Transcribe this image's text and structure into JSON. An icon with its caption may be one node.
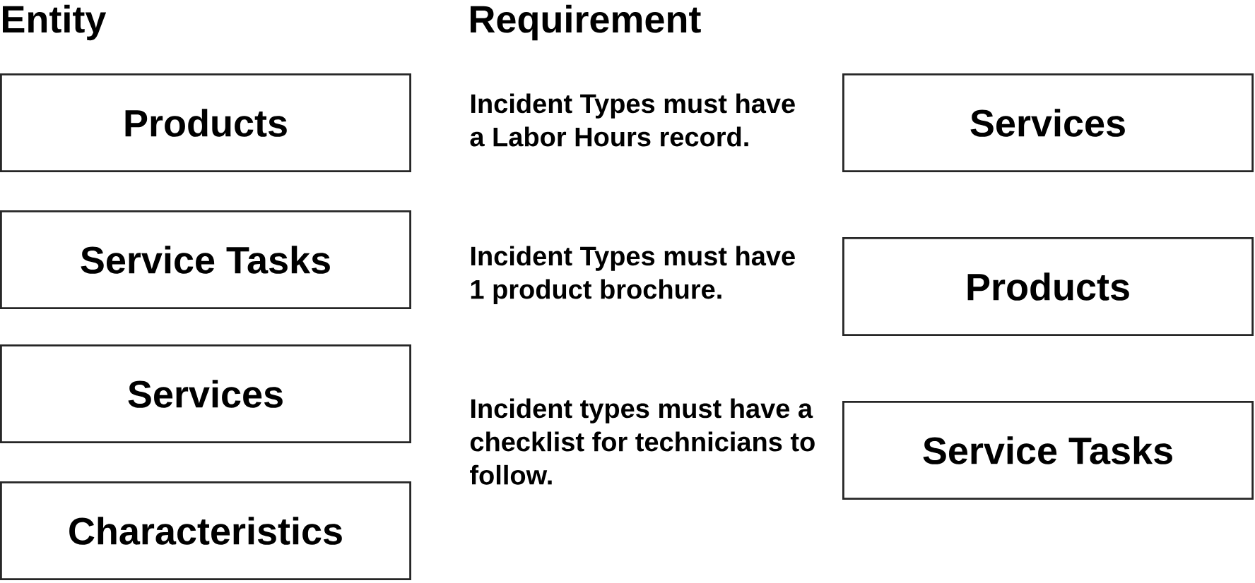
{
  "diagram": {
    "nodes": [
      {
        "text": [
          "Products"
        ]
      },
      {
        "text": [
          "Service Tasks"
        ]
      },
      {
        "text": [
          "Services"
        ]
      },
      {
        "text": [
          "Characteristics"
        ]
      },
      {
        "text": [
          "Services"
        ]
      },
      {
        "text": [
          "Products"
        ]
      },
      {
        "text": [
          "Service Tasks"
        ]
      }
    ],
    "labels": [
      "Entity",
      "Requirement",
      "Incident Types must have a Labor Hours record.",
      "Incident Types must have 1 product brochure.",
      "Incident types must have a checklist for technicians to follow."
    ]
  }
}
